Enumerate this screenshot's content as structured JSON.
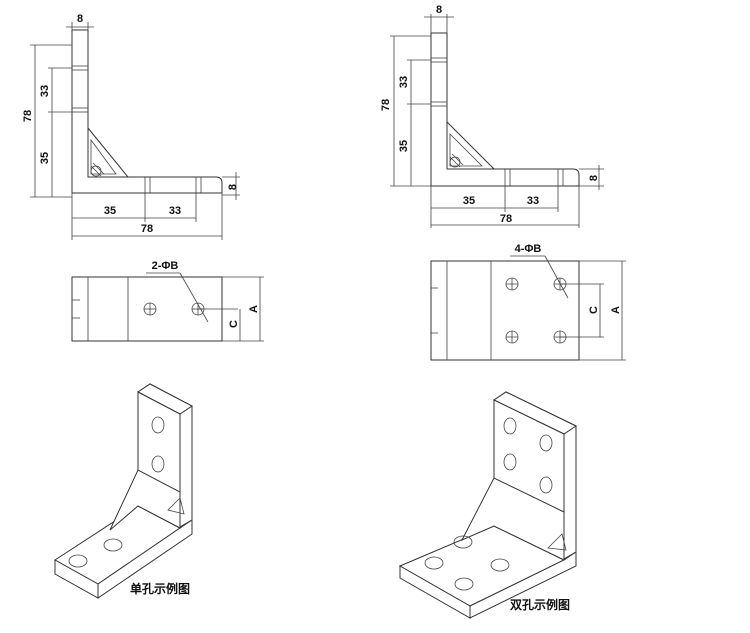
{
  "left": {
    "profile": {
      "top_width": "8",
      "total_height": "78",
      "upper_segment": "33",
      "lower_segment": "35",
      "base_thickness": "8",
      "bottom_left": "35",
      "bottom_right": "33",
      "bottom_total": "78"
    },
    "plan": {
      "hole_spec": "2-ΦB",
      "dim_c": "C",
      "dim_a": "A"
    },
    "caption": "单孔示例图"
  },
  "right": {
    "profile": {
      "top_width": "8",
      "total_height": "78",
      "upper_segment": "33",
      "lower_segment": "35",
      "base_thickness": "8",
      "bottom_left": "35",
      "bottom_right": "33",
      "bottom_total": "78"
    },
    "plan": {
      "hole_spec": "4-ΦB",
      "dim_c": "C",
      "dim_a": "A"
    },
    "caption": "双孔示例图"
  }
}
